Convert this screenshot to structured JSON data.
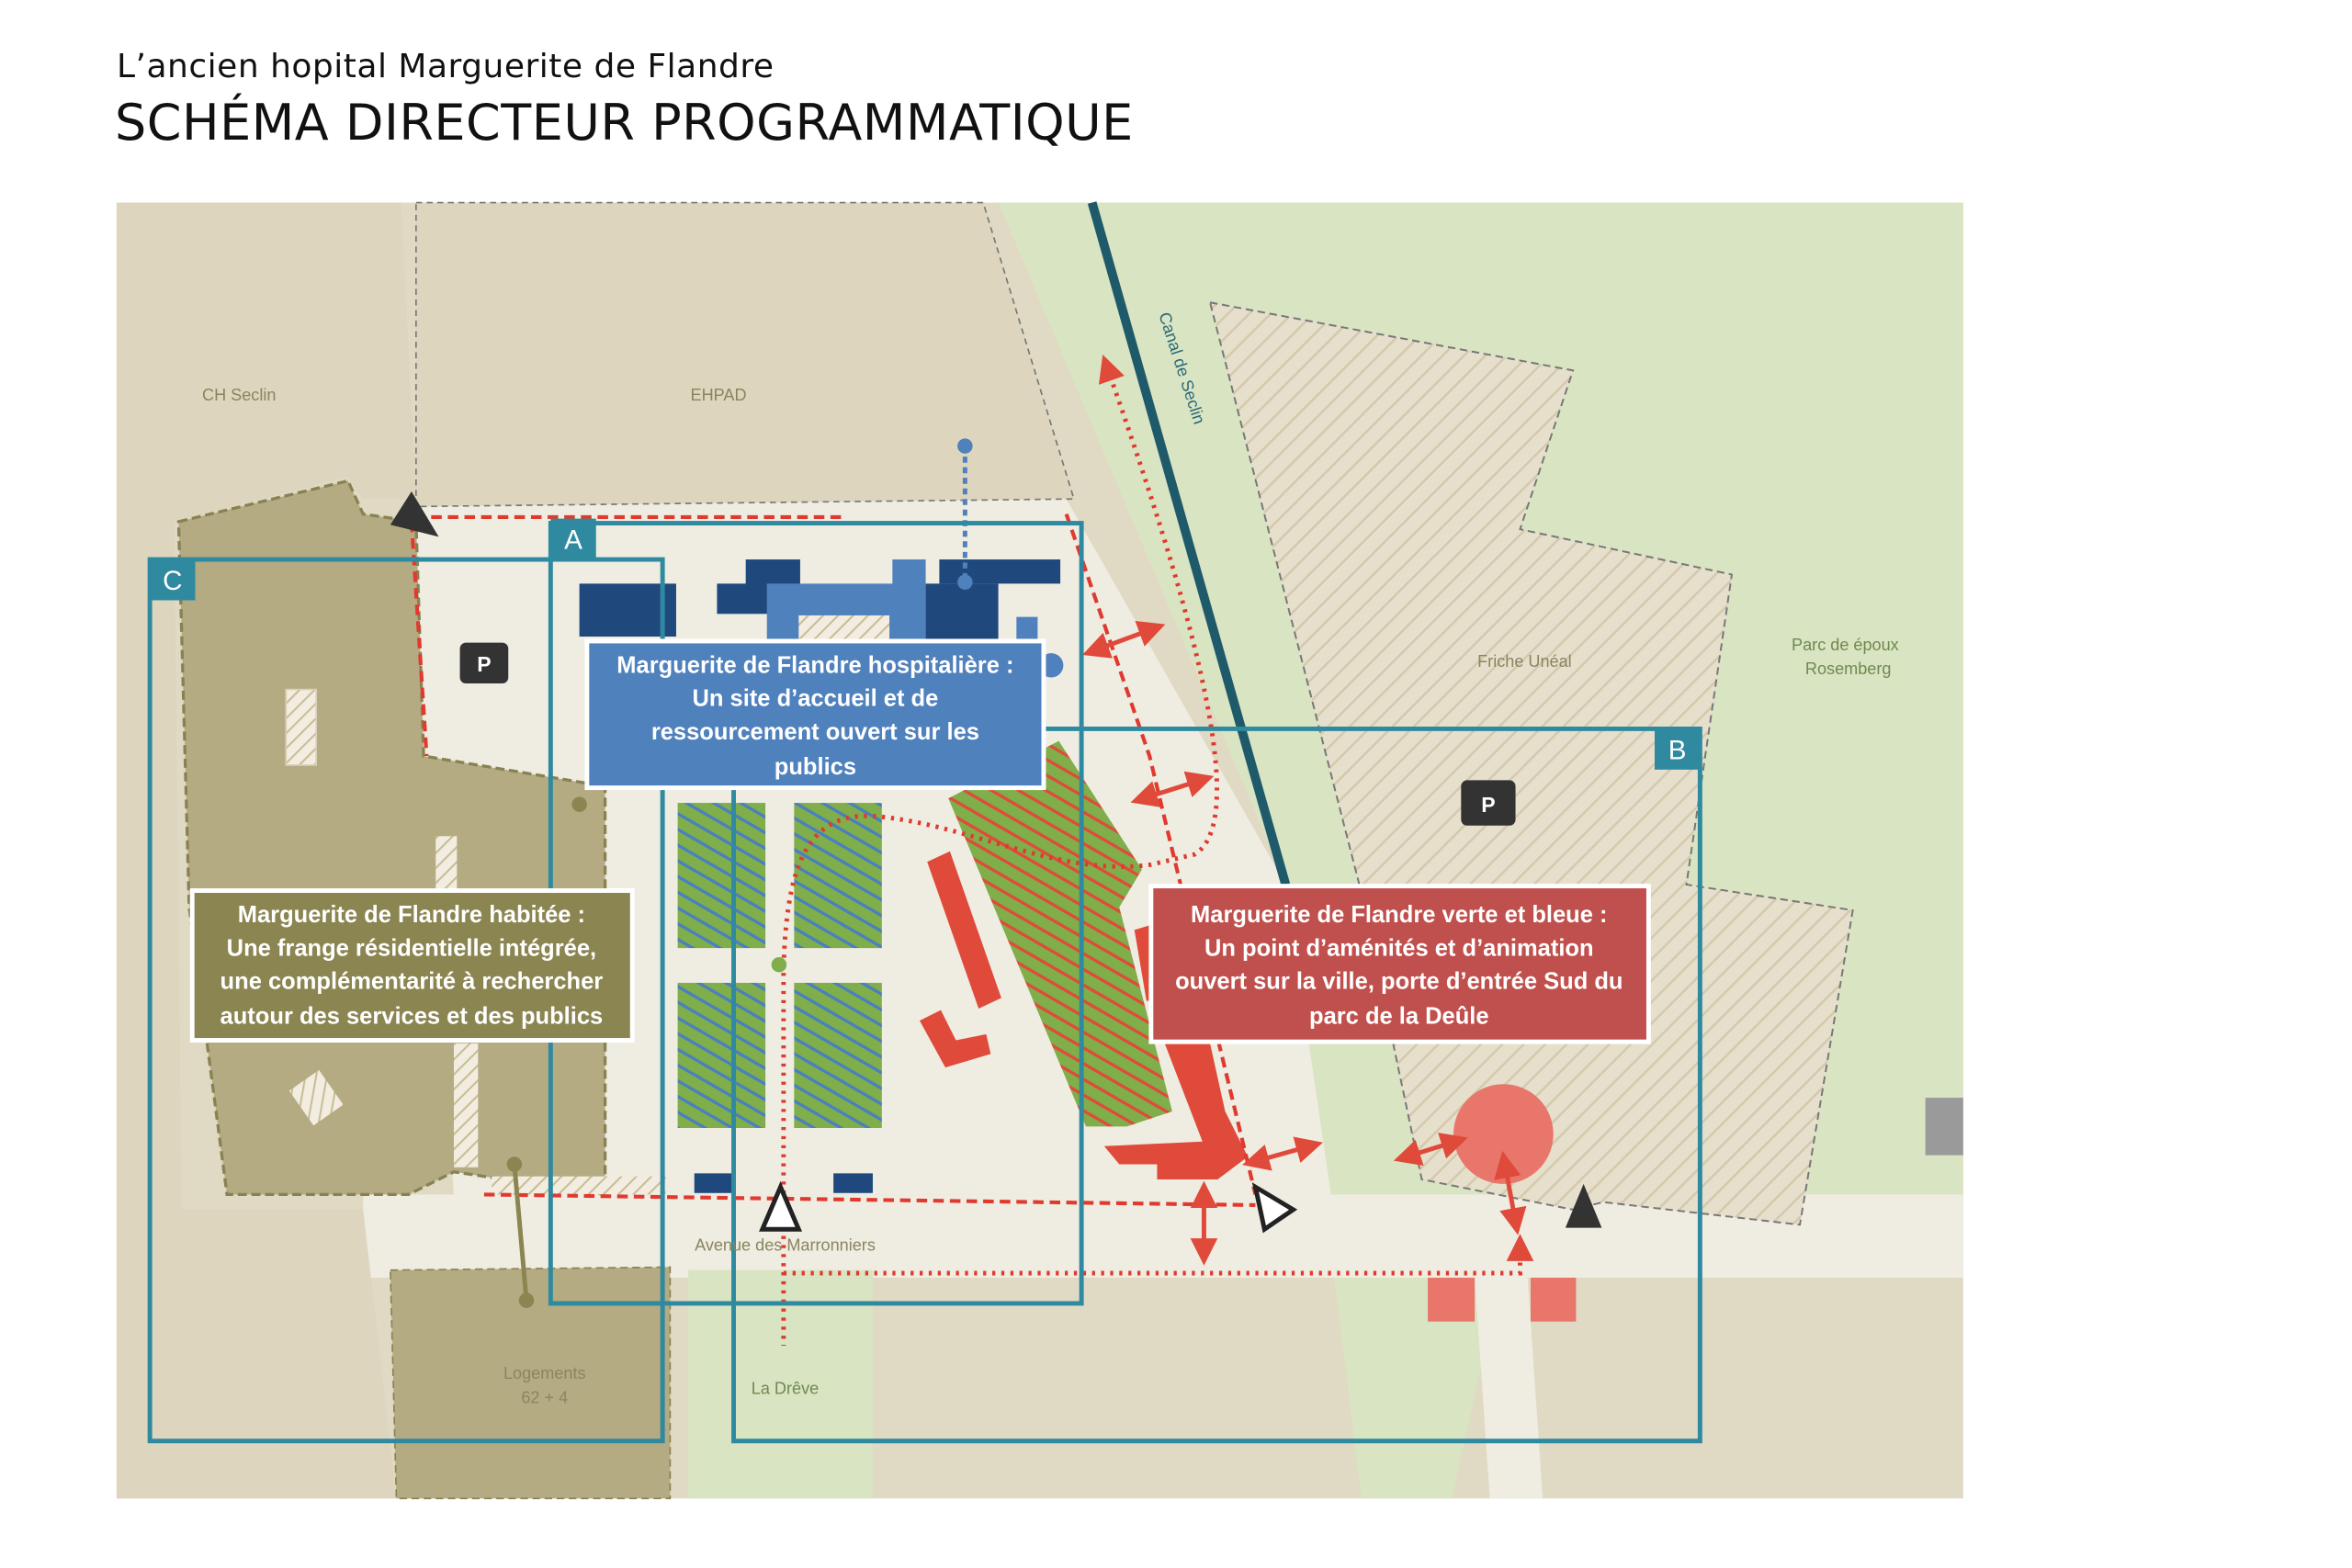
{
  "header": {
    "subtitle": "L’ancien hopital Marguerite de Flandre",
    "title": "SCHÉMA DIRECTEUR PROGRAMMATIQUE"
  },
  "map": {
    "places": {
      "ch_seclin": "CH Seclin",
      "ehpad": "EHPAD",
      "canal": "Canal de Seclin",
      "friche": "Friche Unéal",
      "parc_1": "Parc de époux",
      "parc_2": "Rosemberg",
      "logements_1": "Logements",
      "logements_2": "62 + 4",
      "dreve": "La Drêve",
      "avenue": "Avenue des Marronniers"
    },
    "parking_label": "P",
    "zones": {
      "a": "A",
      "b": "B",
      "c": "C"
    },
    "callouts": {
      "hospitaliere": [
        "Marguerite de Flandre hospitalière :",
        "Un site d’accueil et de",
        "ressourcement ouvert sur les",
        "publics"
      ],
      "habitee": [
        "Marguerite de Flandre habitée :",
        "Une frange résidentielle intégrée,",
        "une complémentarité à rechercher",
        "autour des services et des publics"
      ],
      "verte_bleue": [
        "Marguerite de Flandre verte et bleue :",
        "Un point d’aménités et d’animation",
        "ouvert sur la ville, porte d’entrée Sud du",
        "parc de la Deûle"
      ]
    },
    "colors": {
      "zone_frame": "#2f8aa0",
      "hospitaliere": "#4f81bd",
      "habitee": "#8b8551",
      "verte_bleue": "#c0504d",
      "canal": "#1f5a6a"
    }
  }
}
